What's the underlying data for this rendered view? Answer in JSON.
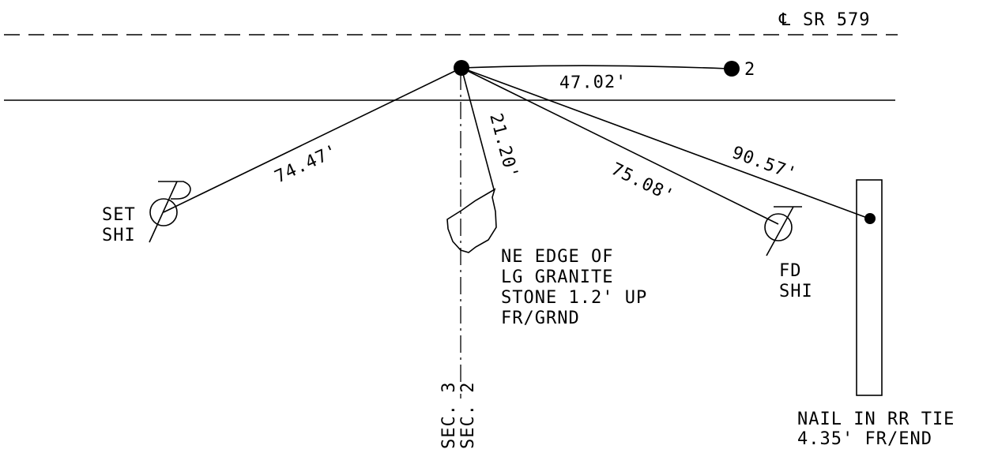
{
  "centerline": {
    "symbol": "℄",
    "label": "SR 579"
  },
  "point_label": "2",
  "distances": {
    "to_point_2": "47.02'",
    "to_stone": "21.20'",
    "to_set_shi": "74.47'",
    "to_fd_shi": "75.08'",
    "to_nail": "90.57'"
  },
  "set_shi": {
    "line1": "SET",
    "line2": "SHI"
  },
  "stone_note": {
    "line1": "NE EDGE OF",
    "line2": "LG GRANITE",
    "line3": "STONE 1.2' UP",
    "line4": "FR/GRND"
  },
  "fd_shi": {
    "line1": "FD",
    "line2": "SHI"
  },
  "section_line": {
    "sec_left": "SEC. 3",
    "sec_right": "SEC. 2"
  },
  "nail_note": {
    "line1": "NAIL IN RR TIE",
    "line2": "4.35' FR/END"
  },
  "colors": {
    "ink": "#000000",
    "background": "#ffffff"
  }
}
